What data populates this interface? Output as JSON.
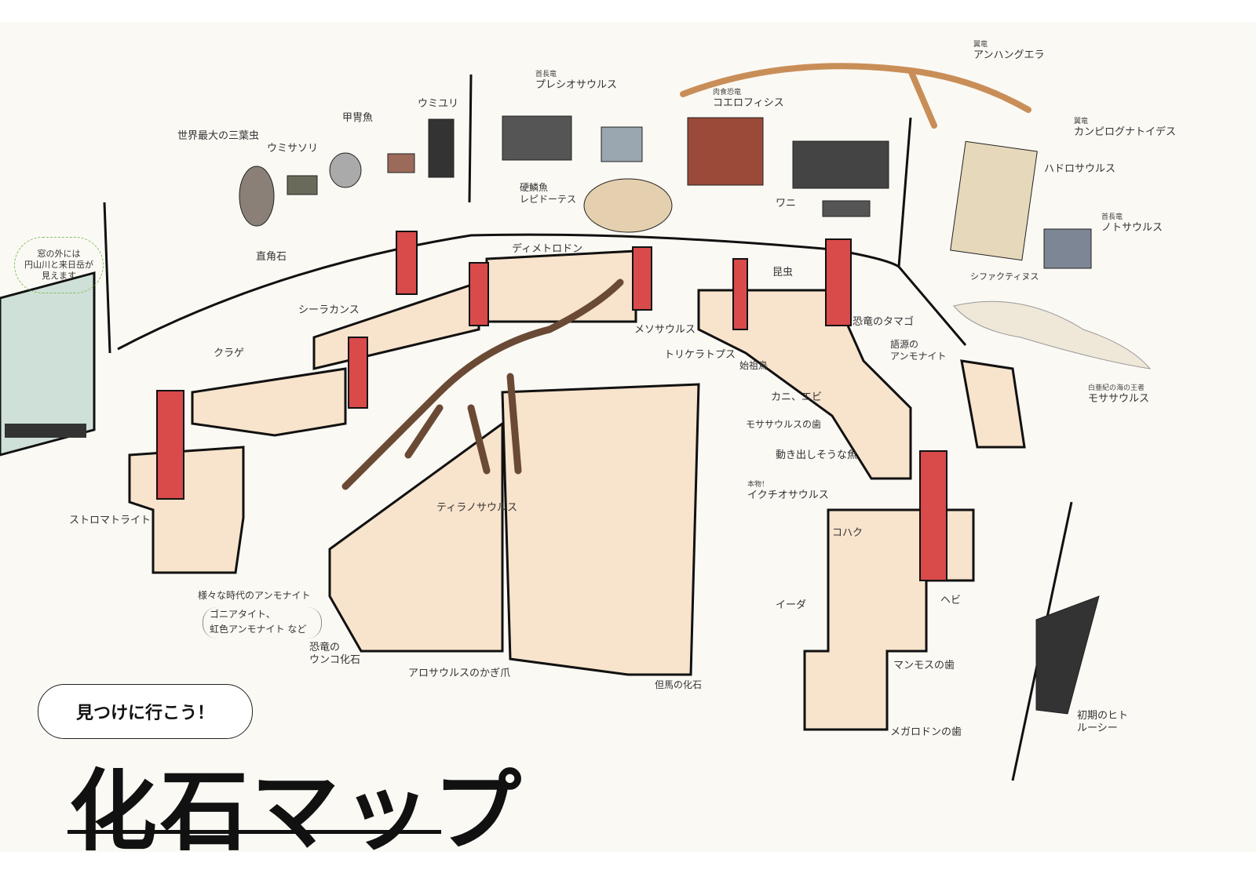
{
  "header": {
    "button_label": "見つけに行こう！",
    "title": "化石マップ"
  },
  "window_note": [
    "窓の外には",
    "円山川と来日岳が",
    "見えます"
  ],
  "labels": [
    {
      "small": "翼竜",
      "main": "アンハングエラ"
    },
    {
      "small": "首長竜",
      "main": "プレシオサウルス"
    },
    {
      "small": "肉食恐竜",
      "main": "コエロフィシス"
    },
    {
      "small": "翼竜",
      "main": "カンピログナトイデス"
    },
    {
      "main": "ハドロサウルス"
    },
    {
      "small": "首長竜",
      "main": "ノトサウルス"
    },
    {
      "main": "シファクティヌス"
    },
    {
      "small": "白亜紀の海の王者",
      "main": "モササウルス"
    },
    {
      "main": "ウミユリ"
    },
    {
      "main": "甲冑魚"
    },
    {
      "main": "世界最大の三葉虫"
    },
    {
      "main": "ウミサソリ"
    },
    {
      "small": "硬鱗魚",
      "main": "レピドーテス"
    },
    {
      "main": "ワニ"
    },
    {
      "main": "直角石"
    },
    {
      "main": "ディメトロドン"
    },
    {
      "main": "昆虫"
    },
    {
      "main": "シーラカンス"
    },
    {
      "main": "メソサウルス"
    },
    {
      "main": "恐竜のタマゴ"
    },
    {
      "line1": "語源の",
      "main": "アンモナイト"
    },
    {
      "main": "クラゲ"
    },
    {
      "main": "トリケラトプス"
    },
    {
      "main": "始祖鳥"
    },
    {
      "main": "カニ、エビ"
    },
    {
      "main": "モササウルスの歯"
    },
    {
      "main": "動き出しそうな魚"
    },
    {
      "small": "本物！",
      "main": "イクチオサウルス"
    },
    {
      "main": "ストロマトライト"
    },
    {
      "main": "ティラノサウルス"
    },
    {
      "main": "コハク"
    },
    {
      "main": "ヘビ"
    },
    {
      "main": "イーダ"
    },
    {
      "main": "様々な時代のアンモナイト",
      "note1": "ゴニアタイト、",
      "note2": "虹色アンモナイト など"
    },
    {
      "line1": "恐竜の",
      "main": "ウンコ化石"
    },
    {
      "main": "アロサウルスのかぎ爪"
    },
    {
      "main": "但馬の化石"
    },
    {
      "main": "マンモスの歯"
    },
    {
      "main": "メガロドンの歯"
    },
    {
      "line1": "初期のヒト",
      "main": "ルーシー"
    }
  ],
  "colors": {
    "paper": "#fbf9f4",
    "case": "#f8e3cc",
    "pillar": "#d94a4a",
    "skeleton": "#c98e58"
  }
}
